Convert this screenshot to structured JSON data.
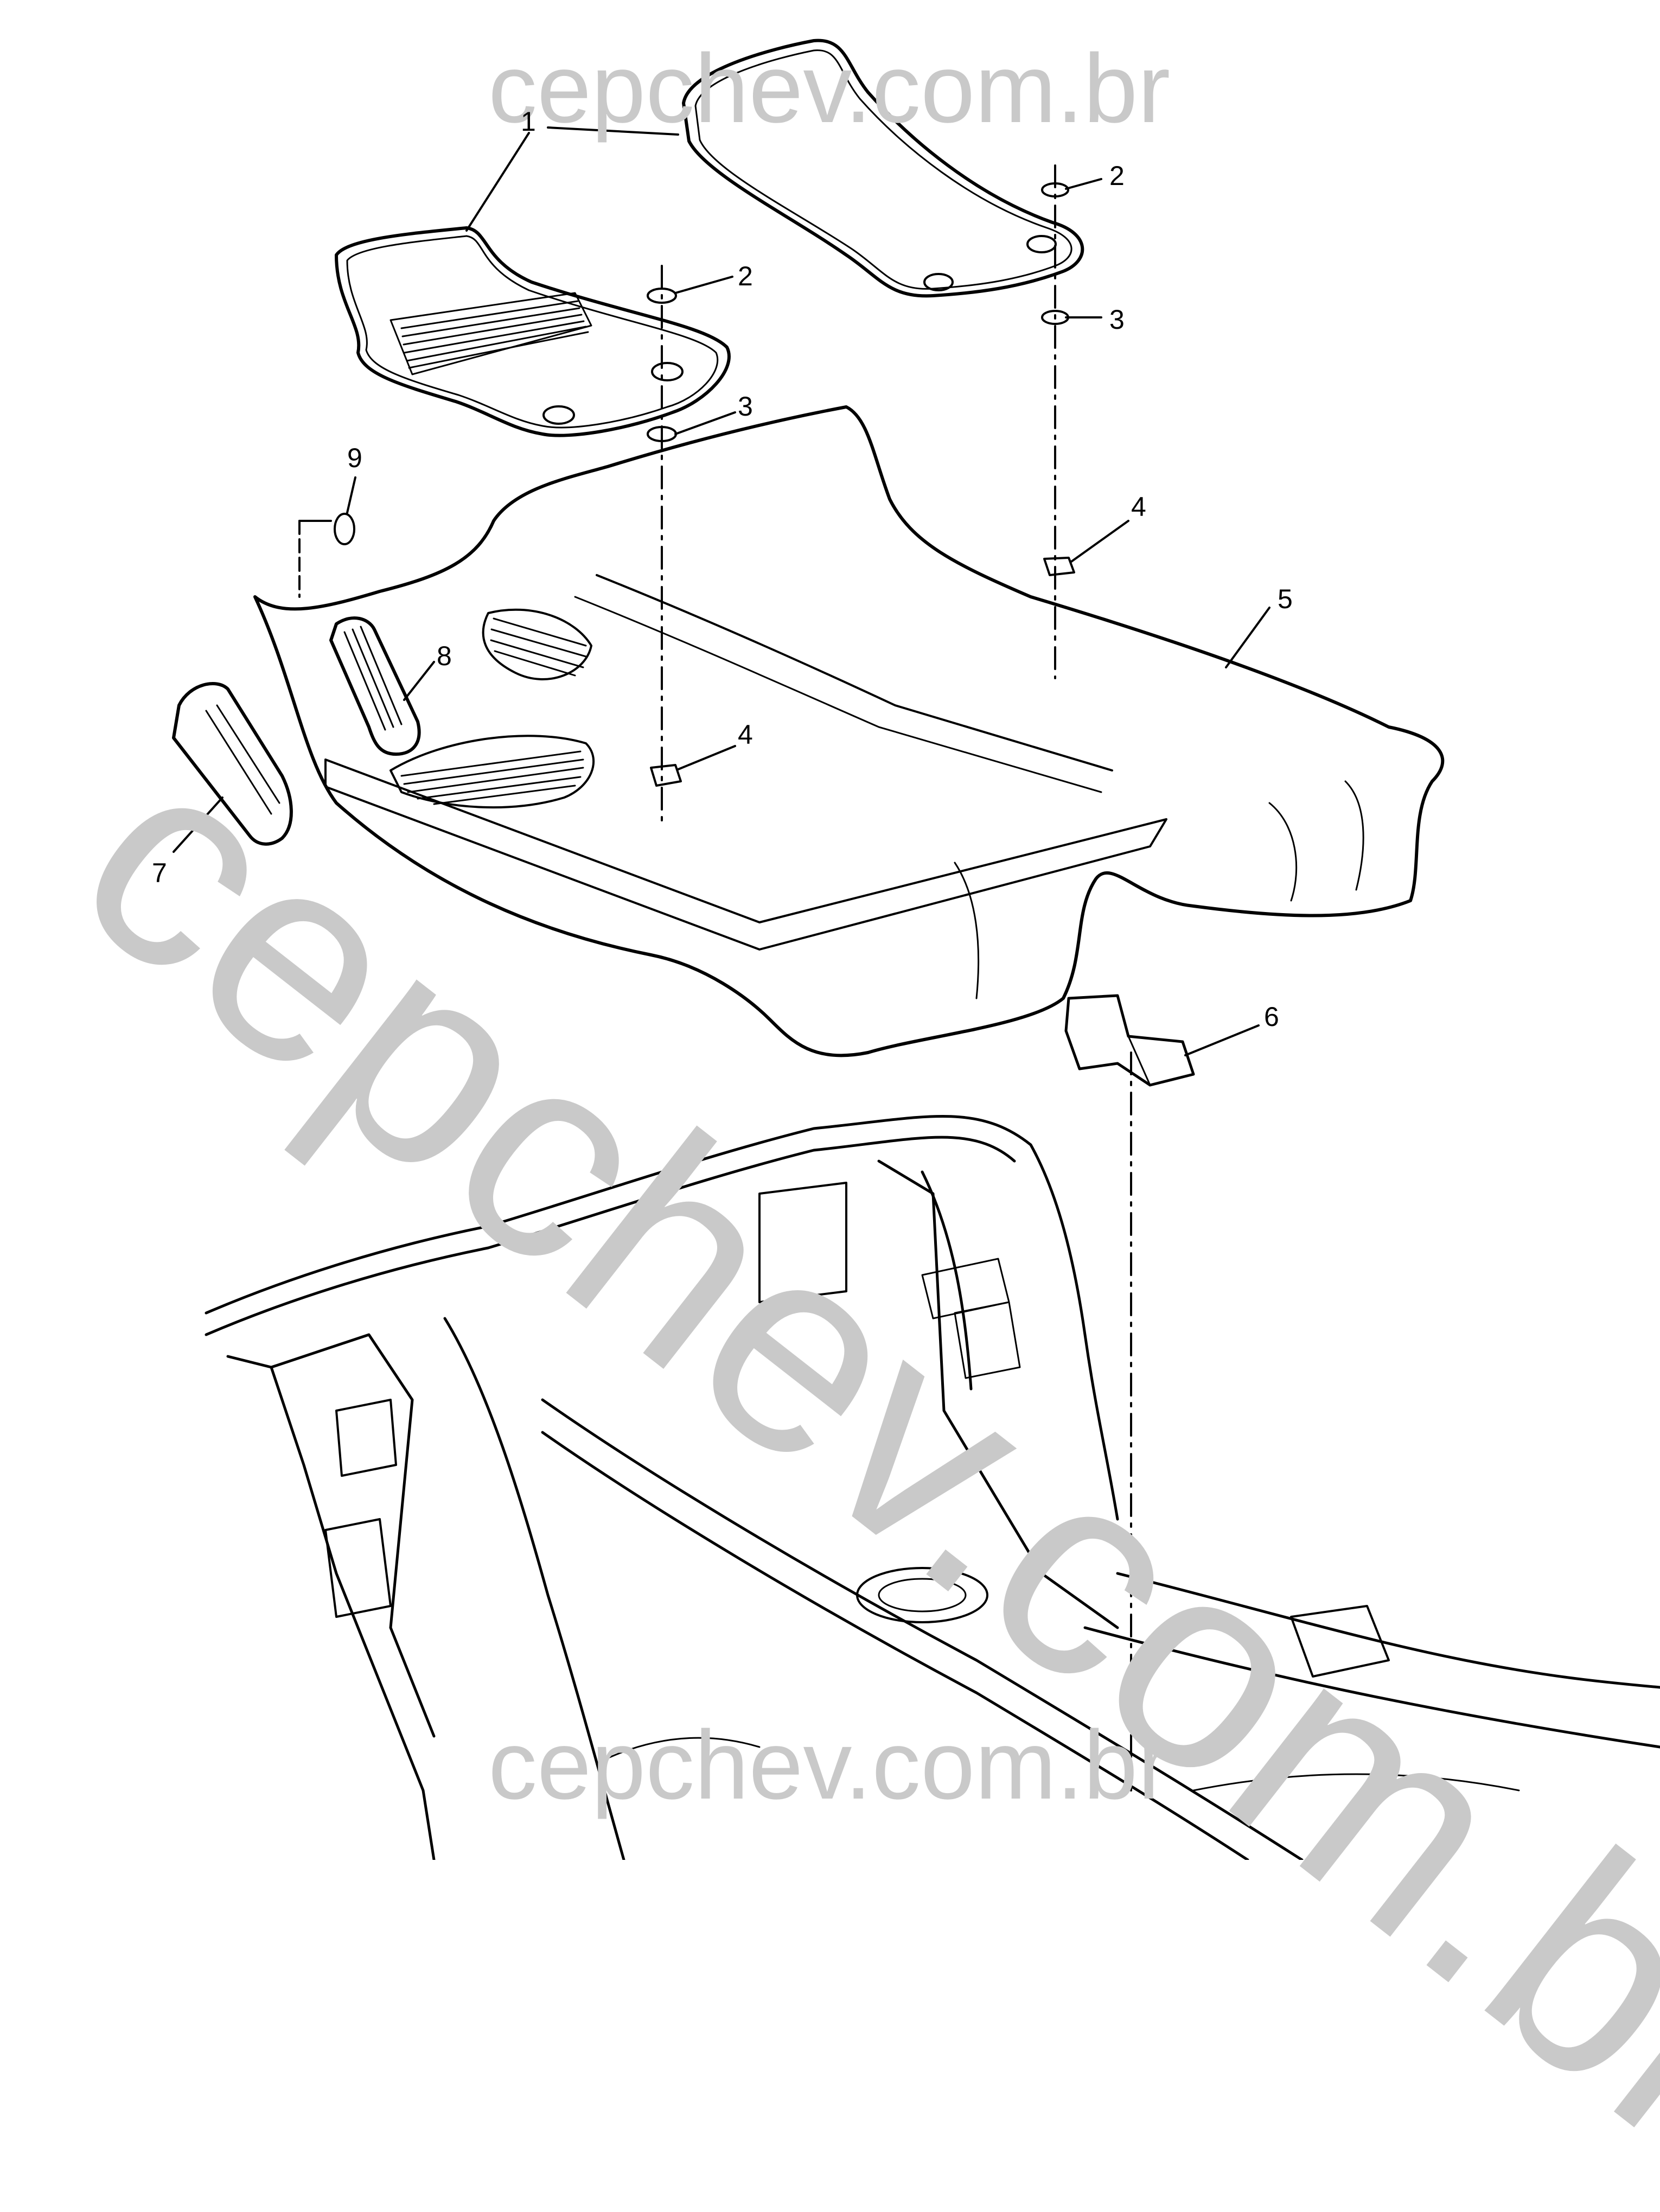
{
  "watermark": {
    "text_top": "cepchev.com.br",
    "text_diagonal": "cepchev.com.br",
    "text_bottom": "cepchev.com.br",
    "color": "#c9c9c9"
  },
  "callouts": [
    {
      "id": "c1",
      "label": "1"
    },
    {
      "id": "c2a",
      "label": "2"
    },
    {
      "id": "c2b",
      "label": "2"
    },
    {
      "id": "c3a",
      "label": "3"
    },
    {
      "id": "c3b",
      "label": "3"
    },
    {
      "id": "c4a",
      "label": "4"
    },
    {
      "id": "c4b",
      "label": "4"
    },
    {
      "id": "c5",
      "label": "5"
    },
    {
      "id": "c6",
      "label": "6"
    },
    {
      "id": "c7",
      "label": "7"
    },
    {
      "id": "c8",
      "label": "8"
    },
    {
      "id": "c9",
      "label": "9"
    }
  ],
  "colors": {
    "line": "#000000",
    "background": "#ffffff"
  }
}
